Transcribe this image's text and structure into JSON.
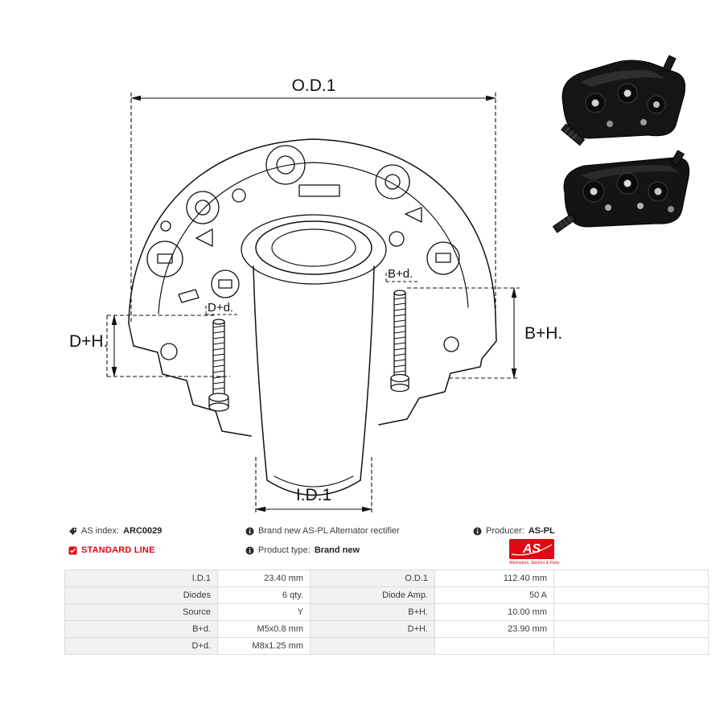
{
  "diagram": {
    "labels": {
      "od1": "O.D.1",
      "id1": "I.D.1",
      "dh": "D+H.",
      "bh": "B+H.",
      "dd": "D+d.",
      "bd": "B+d."
    }
  },
  "info": {
    "as_index_label": "AS index:",
    "as_index_value": "ARC0029",
    "description": "Brand new AS-PL Alternator rectifier",
    "producer_label": "Producer:",
    "producer_value": "AS-PL",
    "standard_line": "STANDARD LINE",
    "product_type_label": "Product type:",
    "product_type_value": "Brand new"
  },
  "logo": {
    "text": "AS",
    "caption": "Alternators, Starters & Parts"
  },
  "table": {
    "rows": [
      {
        "k1": "I.D.1",
        "v1": "23.40 mm",
        "k2": "O.D.1",
        "v2": "112.40 mm"
      },
      {
        "k1": "Diodes",
        "v1": "6 qty.",
        "k2": "Diode Amp.",
        "v2": "50 A"
      },
      {
        "k1": "Source",
        "v1": "Y",
        "k2": "B+H.",
        "v2": "10.00 mm"
      },
      {
        "k1": "B+d.",
        "v1": "M5x0.8 mm",
        "k2": "D+H.",
        "v2": "23.90 mm"
      },
      {
        "k1": "D+d.",
        "v1": "M8x1.25 mm",
        "k2": "",
        "v2": ""
      }
    ]
  }
}
